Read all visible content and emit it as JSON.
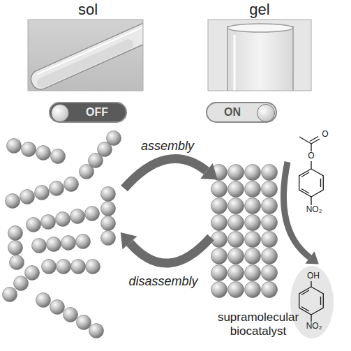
{
  "diagram": {
    "nodes": [
      {
        "text": [
          "OFF"
        ]
      },
      {
        "text": [
          "ON"
        ]
      }
    ],
    "labels": [
      "sol",
      "gel",
      "assembly",
      "disassembly",
      "O",
      "O",
      "NO₂",
      "OH",
      "NO₂",
      "supramolecular biocatalyst"
    ]
  }
}
